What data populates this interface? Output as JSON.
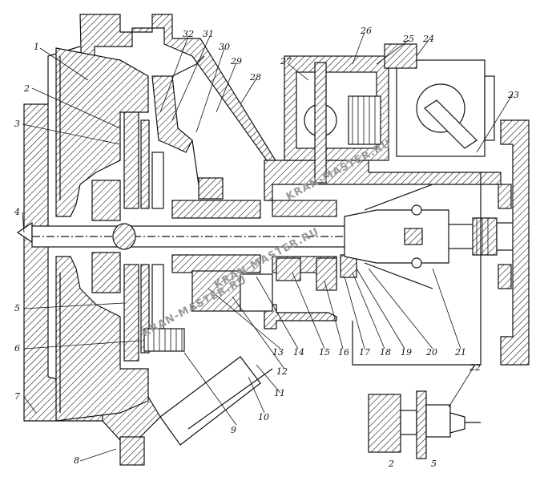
{
  "diagram": {
    "callouts": [
      "1",
      "2",
      "3",
      "4",
      "5",
      "6",
      "7",
      "8",
      "9",
      "10",
      "11",
      "12",
      "13",
      "14",
      "15",
      "16",
      "17",
      "18",
      "19",
      "20",
      "21",
      "22",
      "23",
      "24",
      "25",
      "26",
      "27",
      "28",
      "29",
      "30",
      "31",
      "32"
    ],
    "inset_callouts": [
      "2",
      "5",
      "22"
    ],
    "watermarks": [
      "KRAN-MASTER.RU",
      "KRAN-MASTER.RU",
      "KRAN-MASTER.RU"
    ]
  }
}
